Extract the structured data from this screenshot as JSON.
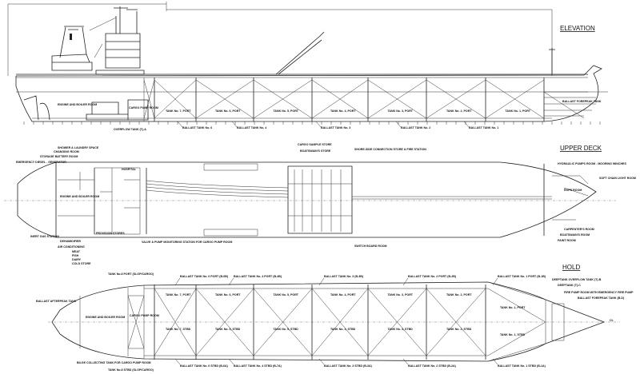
{
  "views": {
    "elevation": {
      "title": "ELEVATION",
      "labels": {
        "engine_room": "ENGINE AND BOILER ROOM",
        "cargo_pump_room": "CARGO PUMP ROOM",
        "overflow_tank": "OVERFLOW TANK (T)-A",
        "forepeak": "BALLAST FOREPEAK TANK"
      },
      "tanks": [
        "TANK No. 7, PORT",
        "TANK No. 6, PORT",
        "TANK No. 5, PORT",
        "TANK No. 4, PORT",
        "TANK No. 3, PORT",
        "TANK No. 2, PORT",
        "TANK No. 1, PORT"
      ],
      "ballast": [
        "BALLAST TANK No. 6",
        "BALLAST TANK No. 4",
        "BALLAST TANK No. 3",
        "BALLAST TANK No. 2",
        "BALLAST TANK No. 1"
      ]
    },
    "upper_deck": {
      "title": "UPPER DECK",
      "labels": {
        "shower": "SHOWER & LAUNDRY SPACE",
        "changing": "CHANGING ROOM",
        "battery": "STORAGE BATTERY ROOM",
        "emergency_gen": "EMERGENCY DIESEL - GENERATOR",
        "hospital": "HOSPITAL",
        "engine_room": "ENGINE AND BOILER ROOM",
        "inert_gas": "INERT GAS STATION",
        "provision": "PROVISION STORES",
        "dehumidifier": "DEHUMIDIFIER",
        "air_cond": "AIR CONDITIONING",
        "meat": "MEAT",
        "fish": "FISH",
        "dairy": "DAIRY",
        "cold_store": "COLD STORE",
        "valve_station": "VALVE & PUMP MONITORING STATION FOR CARGO PUMP ROOM",
        "sample_store": "CARGO SAMPLE STORE",
        "boatswain_store": "BOATSWAIN'S STORE",
        "shore_connection": "SHORE-SIDE CONNECTION STORE & FIRE STATION",
        "switchboard": "SWITCH BOARD ROOM",
        "hydraulic": "HYDRAULIC PUMPS ROOM - MOORING WINCHES",
        "rope": "ROPE ROOM",
        "chain_light": "SOFT CHAIN LIGHT ROOM",
        "carpenter": "CARPENTER'S ROOM",
        "boatswain_room": "BOATSWAIN'S ROOM",
        "paint": "PAINT ROOM"
      }
    },
    "hold": {
      "title": "HOLD",
      "labels": {
        "tank8_port": "TANK No.8 PORT (SLOP/CARGO)",
        "tank8_stbd": "TANK No.8 STBD (SLOP/CARGO)",
        "afterpeak": "BALLAST AFTERPEAK TANK",
        "engine_room": "ENGINE AND BOILER ROOM",
        "cargo_pump_room": "CARGO PUMP ROOM",
        "bilge": "BILGE COLLECTING TANK FOR CARGO PUMP ROOM",
        "deep_overflow": "DEEPTANK OVERFLOW TANK (T)-B",
        "deeptank": "DEEPTANK (T)-C",
        "fire_pump": "FIRE PUMP ROOM WITH EMERGENCY FIRE PUMP",
        "forepeak": "BALLAST FOREPEAK TANK (B-D)",
        "cl": "CL"
      },
      "port_tanks": [
        "TANK No. 7, PORT",
        "TANK No. 6, PORT",
        "TANK No. 5, PORT",
        "TANK No. 4, PORT",
        "TANK No. 3, PORT",
        "TANK No. 2, PORT",
        "TANK No. 1, PORT"
      ],
      "stbd_tanks": [
        "TANK No. 7, STBD",
        "TANK No. 6, STBD",
        "TANK No. 5, STBD",
        "TANK No. 4, STBD",
        "TANK No. 3, STBD",
        "TANK No. 2, STBD",
        "TANK No. 1, STBD"
      ],
      "ballast_port": [
        "BALLAST TANK No. 6 PORT (B-6B)",
        "BALLAST TANK No. 4 PORT (B-4B)",
        "BALLAST TANK No. 3 (B-3B)",
        "BALLAST TANK No. 2 PORT (B-2B)",
        "BALLAST TANK No. 1 PORT (B-1B)"
      ],
      "ballast_stbd": [
        "BALLAST TANK No. 6 STBD (B-6A)",
        "BALLAST TANK No. 4 STBD (B-7A)",
        "BALLAST TANK No. 3 STBD (B-3A)",
        "BALLAST TANK No. 2 STBD (B-2A)",
        "BALLAST TANK No. 1 STBD (B-1A)"
      ]
    }
  }
}
